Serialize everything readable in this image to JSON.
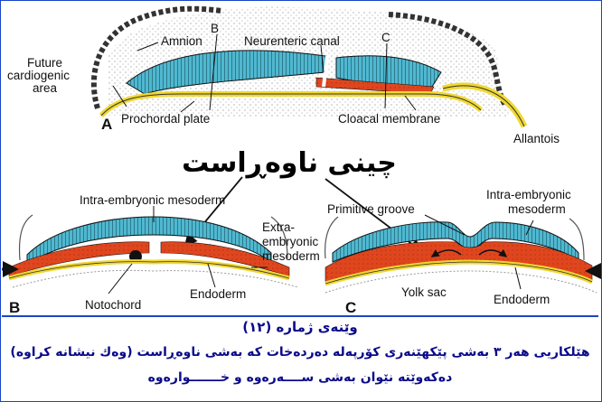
{
  "diagram": {
    "main_heading": "چینی ناوەڕاست",
    "panel_a": {
      "letter": "A",
      "labels": {
        "amnion": "Amnion",
        "b_marker": "B",
        "neurenteric_canal": "Neurenteric canal",
        "c_marker": "C",
        "future_cardiogenic": [
          "Future",
          "cardiogenic",
          "area"
        ],
        "prochordal_plate": "Prochordal plate",
        "cloacal_membrane": "Cloacal membrane",
        "allantois": "Allantois"
      }
    },
    "panel_b": {
      "letter": "B",
      "labels": {
        "intra_embryonic_mesoderm": "Intra-embryonic mesoderm",
        "extra_embryonic_mesoderm": [
          "Extra-",
          "embryonic",
          "mesoderm"
        ],
        "notochord": "Notochord",
        "endoderm": "Endoderm"
      }
    },
    "panel_c": {
      "letter": "C",
      "labels": {
        "primitive_groove": "Primitive groove",
        "intra_embryonic_mesoderm": [
          "Intra-embryonic",
          "mesoderm"
        ],
        "yolk_sac": "Yolk sac",
        "endoderm": "Endoderm"
      }
    },
    "colors": {
      "ectoderm": "#4fb8d0",
      "mesoderm": "#e0461e",
      "endoderm": "#f0d832",
      "caption_text": "#0a0a8a",
      "frame": "#1a44c8"
    }
  },
  "caption": {
    "line1": "وێنەی ژمارە (١٢)",
    "line2": "هێلکاریی هەر ٣ بەشی پێکهێنەری کۆرپەلە دەردەخات کە بەشی ناوەڕاست (وەك نیشانە کراوە)",
    "line3": "دەکەوێتە نێوان بەشی ســــەرەوە و خـــــــوارەوە"
  }
}
